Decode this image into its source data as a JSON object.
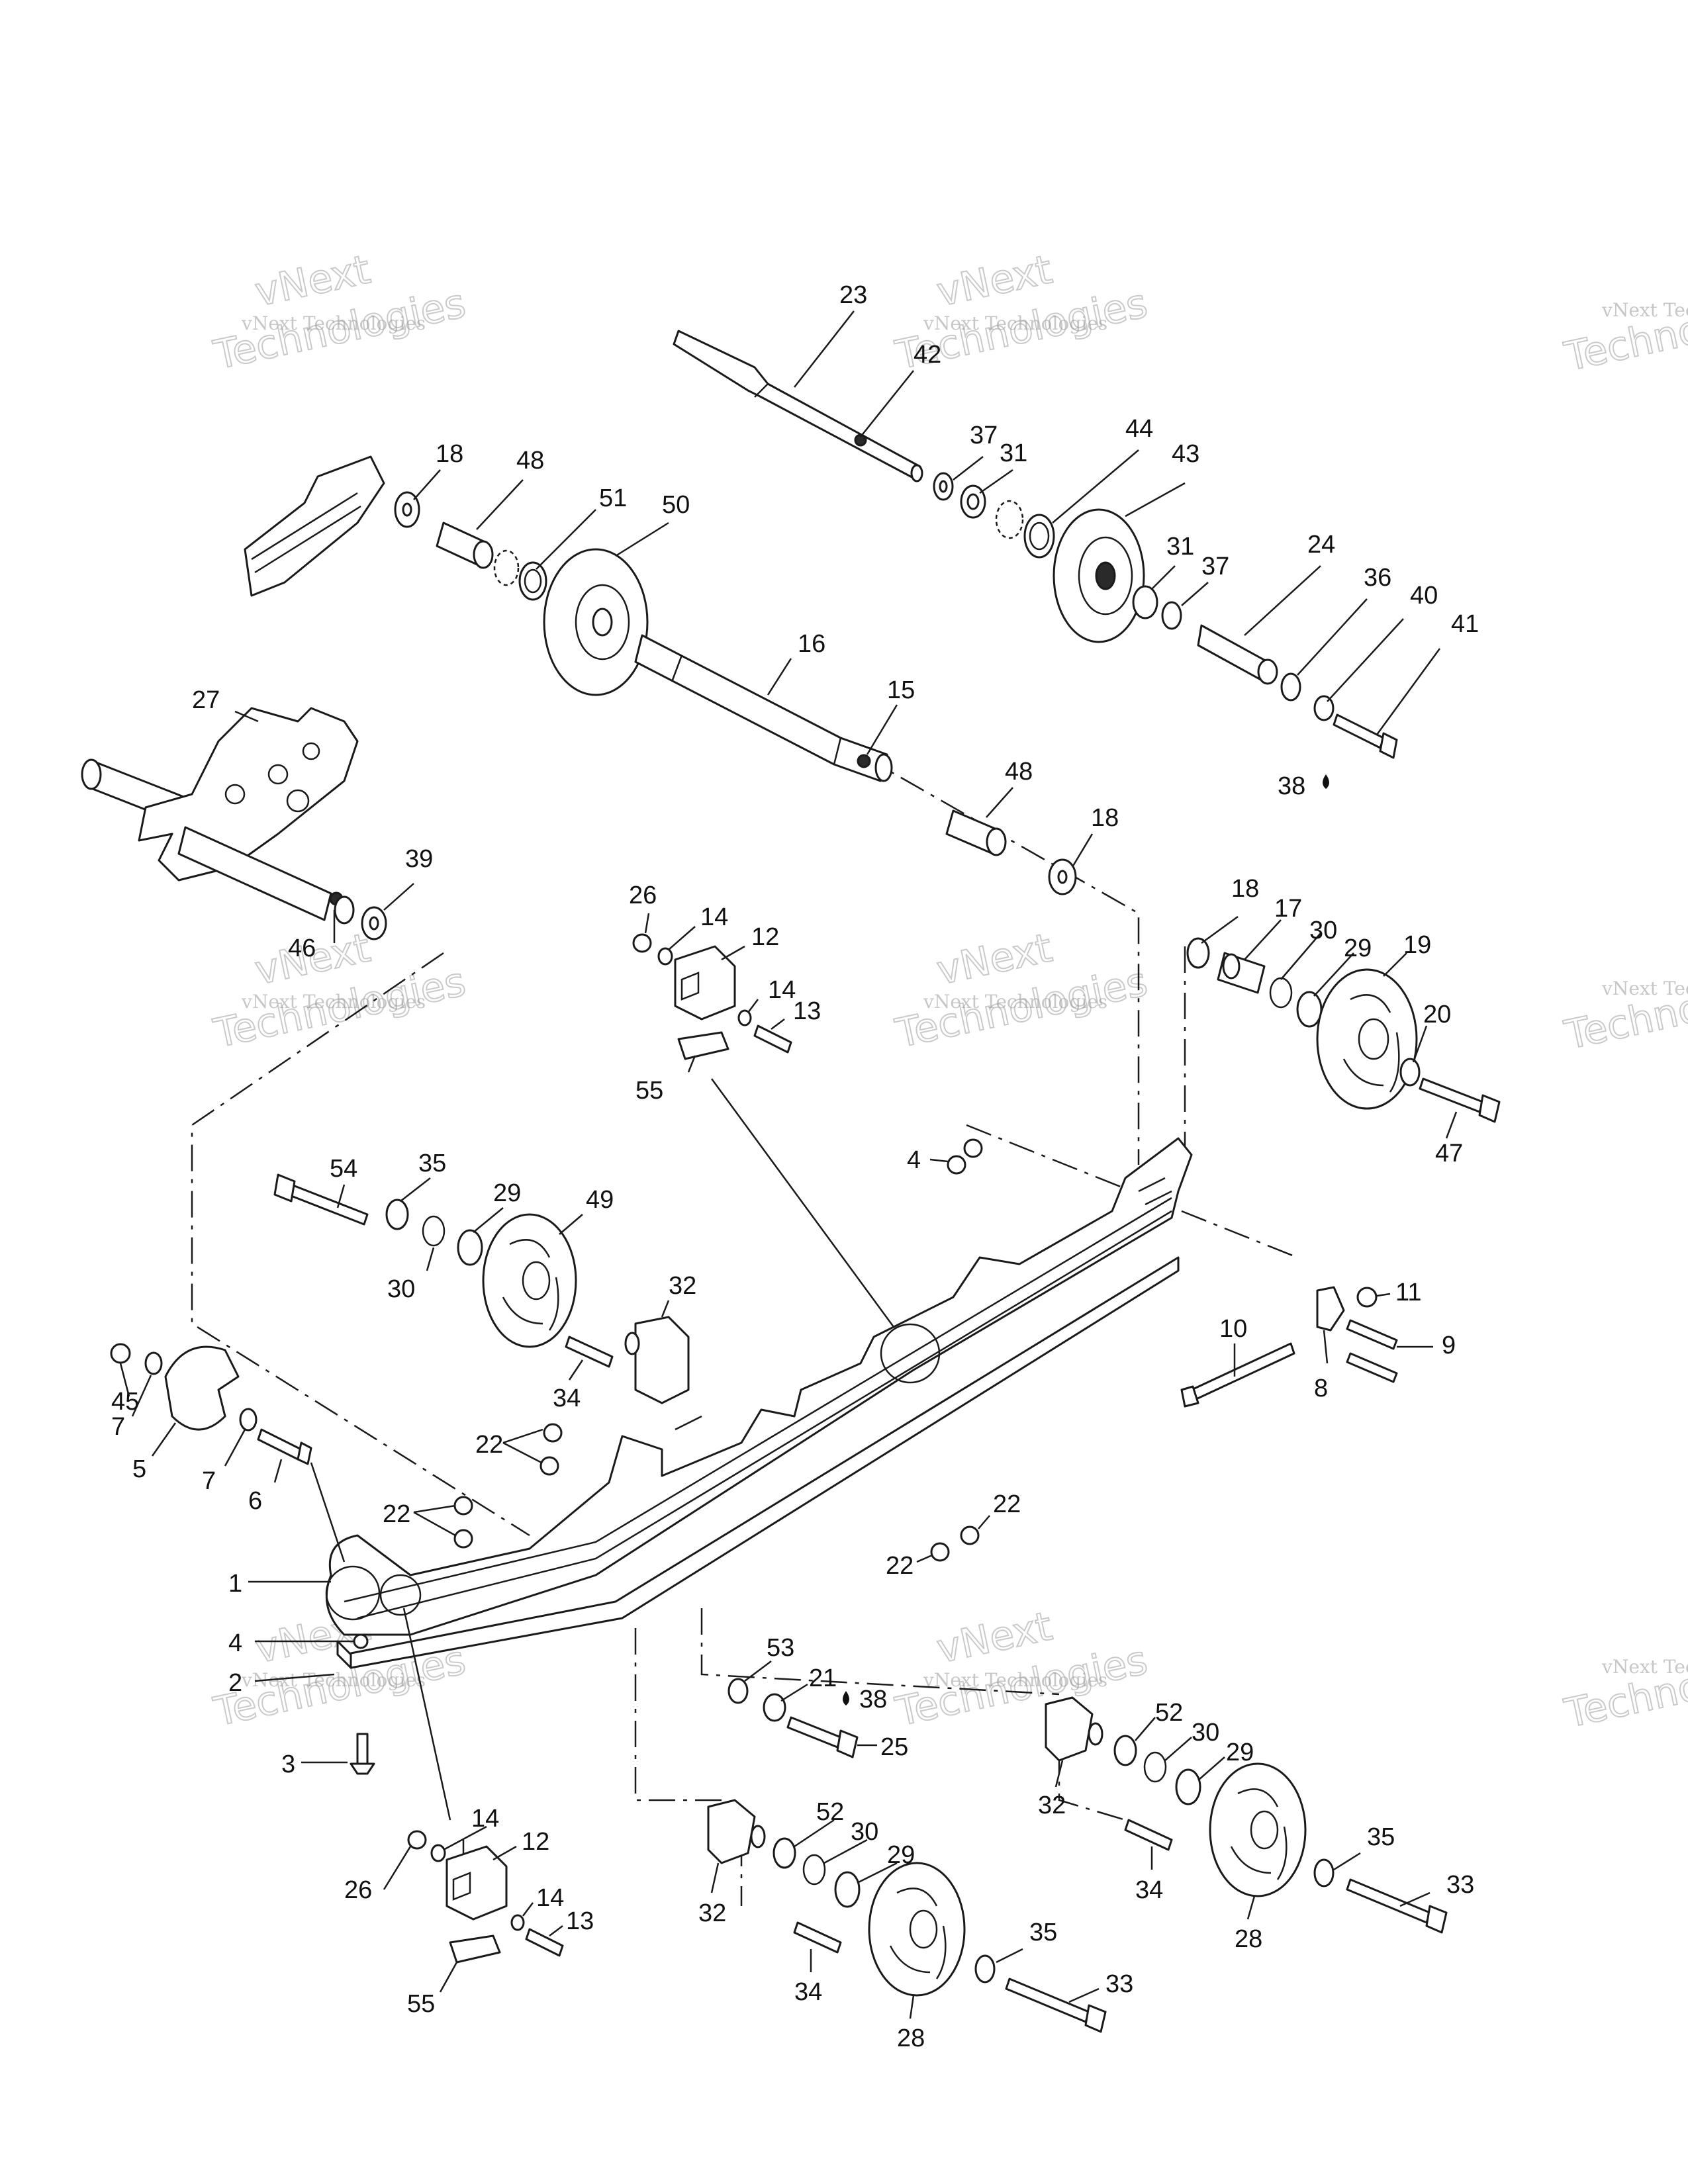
{
  "diagram": {
    "watermark_text": "vNext Technologies",
    "watermark_brand": "vNext",
    "watermark_sub": "Technologies",
    "callouts": [
      "1",
      "2",
      "3",
      "4",
      "5",
      "6",
      "7",
      "8",
      "9",
      "10",
      "11",
      "12",
      "13",
      "14",
      "15",
      "16",
      "17",
      "18",
      "19",
      "20",
      "21",
      "22",
      "23",
      "24",
      "25",
      "26",
      "27",
      "28",
      "29",
      "30",
      "31",
      "32",
      "33",
      "34",
      "35",
      "36",
      "37",
      "38",
      "39",
      "40",
      "41",
      "42",
      "43",
      "44",
      "45",
      "46",
      "47",
      "48",
      "49",
      "50",
      "51",
      "52",
      "53",
      "54",
      "55"
    ]
  }
}
